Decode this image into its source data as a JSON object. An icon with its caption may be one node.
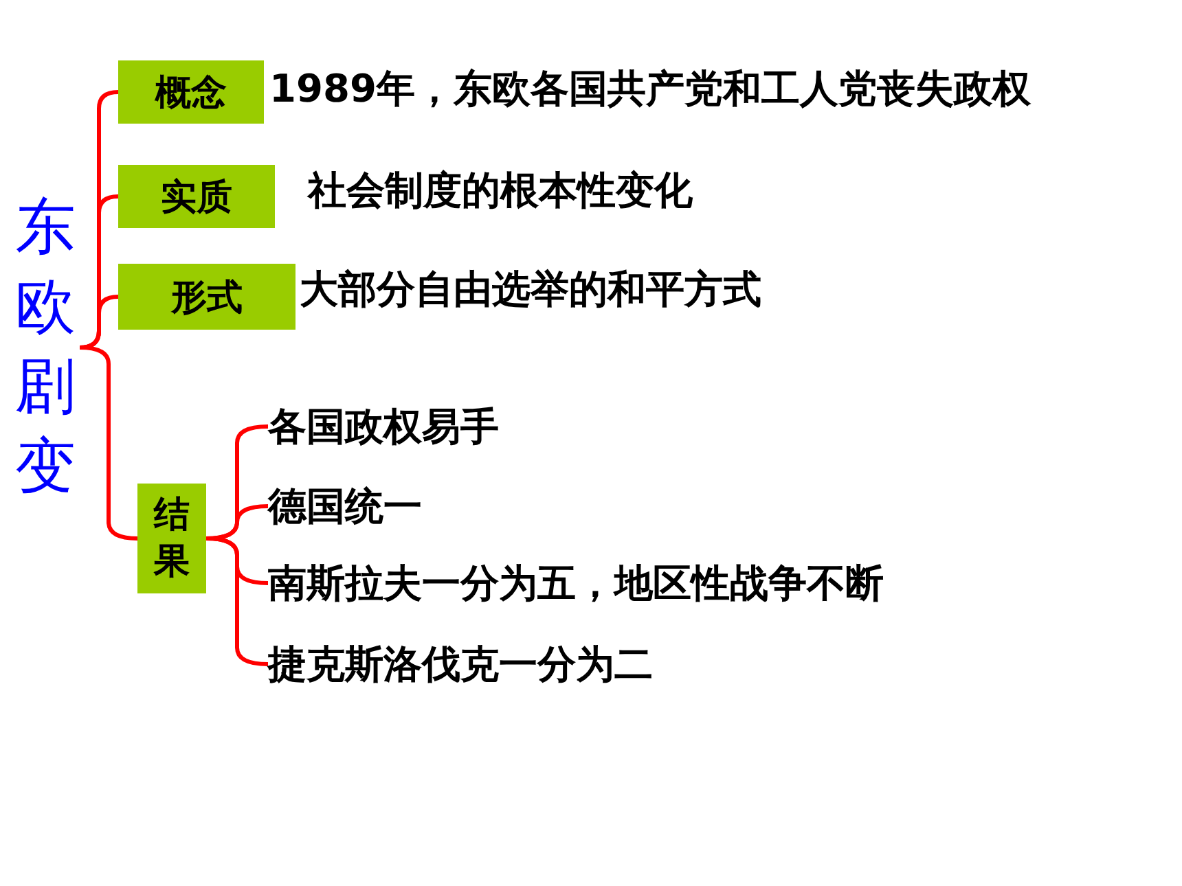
{
  "diagram": {
    "nodes": [
      {
        "text": [
          "东欧剧变"
        ]
      },
      {
        "text": [
          "概念"
        ],
        "beside": [
          "1989年，东欧各国共产党和工人党丧失政权"
        ]
      },
      {
        "text": [
          "实质"
        ],
        "beside": [
          "社会制度的根本性变化"
        ]
      },
      {
        "text": [
          "形式"
        ],
        "beside": [
          "大部分自由选举的和平方式"
        ]
      },
      {
        "text": [
          "结果"
        ]
      },
      {
        "text": [
          "各国政权易手"
        ]
      },
      {
        "text": [
          "德国统一"
        ]
      },
      {
        "text": [
          "南斯拉夫一分为五，地区性战争不断"
        ]
      },
      {
        "text": [
          "捷克斯洛伐克一分为二"
        ]
      }
    ],
    "edges": [
      {
        "from": 0,
        "to": 1,
        "arrow": "none"
      },
      {
        "from": 0,
        "to": 2,
        "arrow": "none"
      },
      {
        "from": 0,
        "to": 3,
        "arrow": "none"
      },
      {
        "from": 0,
        "to": 4,
        "arrow": "none"
      },
      {
        "from": 4,
        "to": 5,
        "arrow": "none"
      },
      {
        "from": 4,
        "to": 6,
        "arrow": "none"
      },
      {
        "from": 4,
        "to": 7,
        "arrow": "none"
      },
      {
        "from": 4,
        "to": 8,
        "arrow": "none"
      }
    ]
  }
}
